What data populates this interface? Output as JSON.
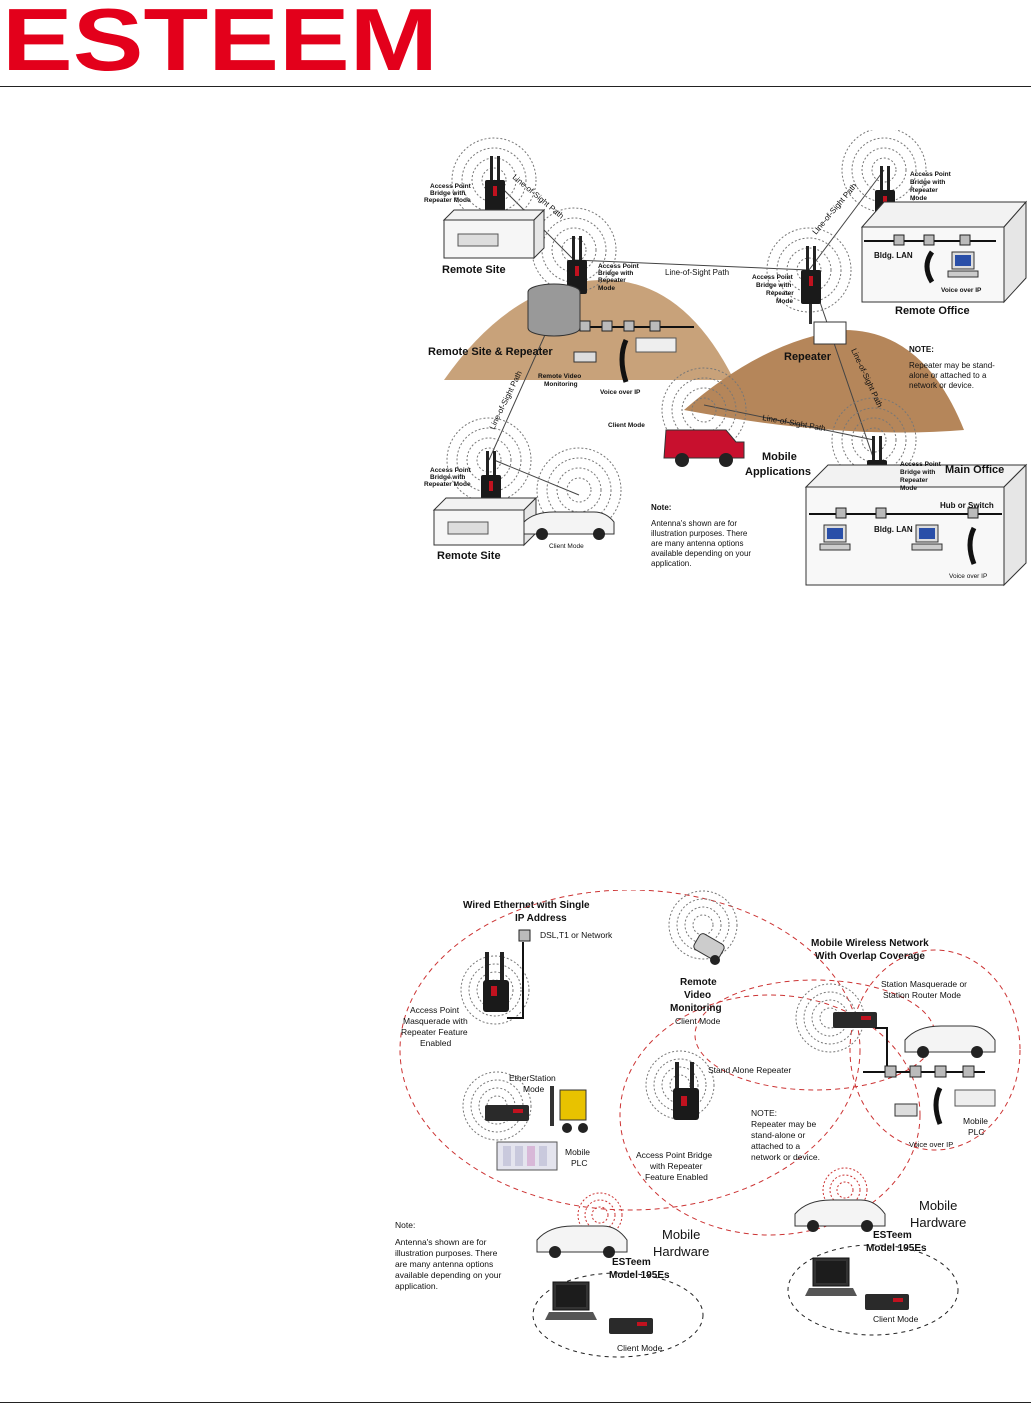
{
  "header": {
    "logo_text": "ESTEEM",
    "brand_color": "#e3001b"
  },
  "figure1": {
    "labels": {
      "ap_remote_top": [
        "Access Point",
        "Bridge with",
        "Repeater Mode"
      ],
      "remote_site_top": "Remote Site",
      "ap_repeater_site": [
        "Access Point",
        "Bridge with",
        "Repeater",
        "Mode"
      ],
      "los_top_left": "Line-of-Sight Path",
      "los_middle": "Line-of-Sight Path",
      "ap_middle_repeater": [
        "Access Point",
        "Bridge with",
        "Repeater",
        "Mode"
      ],
      "los_top_right": "Line-of-Sight Path",
      "ap_remote_office": [
        "Access Point",
        "Bridge with",
        "Repeater",
        "Mode"
      ],
      "bldg_lan_top": "Bldg. LAN",
      "voip_office": "Voice over IP",
      "remote_office": "Remote Office",
      "remote_site_repeater": "Remote Site & Repeater",
      "remote_video": [
        "Remote Video",
        "Monitoring"
      ],
      "voip_repeater": "Voice over IP",
      "repeater": "Repeater",
      "note_title": "NOTE:",
      "note_body": [
        "Repeater may be stand-",
        "alone or attached to a",
        "network or device."
      ],
      "los_right": "Line-of-Sight Path",
      "los_left_lower": "Line-of-Sight Path",
      "client_mode_truck": "Client Mode",
      "los_lower": "Line-of-Sight Path",
      "mobile_apps": [
        "Mobile",
        "Applications"
      ],
      "ap_remote_bottom": [
        "Access Point",
        "Bridge with",
        "Repeater Mode"
      ],
      "ap_main": [
        "Access Point",
        "Bridge with",
        "Repeater",
        "Mode"
      ],
      "main_office": "Main Office",
      "hub_switch": "Hub or Switch",
      "bldg_lan_main": "Bldg. LAN",
      "remote_site_bottom": "Remote Site",
      "client_mode_car": "Client Mode",
      "antenna_note_title": "Note:",
      "antenna_note_body": [
        "Antenna's shown are for",
        "illustration purposes.  There",
        "are many antenna options",
        "available depending on your",
        "application."
      ],
      "voip_main": "Voice over IP"
    }
  },
  "figure2": {
    "labels": {
      "wired_title": [
        "Wired Ethernet with Single",
        "IP Address"
      ],
      "dsl": "DSL,T1 or Network",
      "remote_video": [
        "Remote",
        "Video",
        "Monitoring"
      ],
      "client_mode_video": "Client Mode",
      "mobile_wireless": [
        "Mobile Wireless Network",
        "With Overlap Coverage"
      ],
      "ap_masquerade": [
        "Access Point",
        "Masquerade with",
        "Repeater Feature",
        "Enabled"
      ],
      "station_masq": [
        "Station Masquerade or",
        "Station Router Mode"
      ],
      "etherstation": [
        "EtherStation",
        "Mode"
      ],
      "standalone": "Stand Alone Repeater",
      "mobile_plc_left": [
        "Mobile",
        "PLC"
      ],
      "note_title": "NOTE:",
      "note_body": [
        "Repeater may be",
        "stand-alone or",
        "attached to a",
        "network or device."
      ],
      "voip": "Voice over IP",
      "mobile_plc_right": [
        "Mobile",
        "PLC"
      ],
      "ap_bridge": [
        "Access Point Bridge",
        "with Repeater",
        "Feature Enabled"
      ],
      "mobile_hw_right": [
        "Mobile",
        "Hardware"
      ],
      "antenna_note_title": "Note:",
      "antenna_note_body": [
        "Antenna's shown are for",
        "illustration purposes.  There",
        "are many antenna options",
        "available depending on your",
        "application."
      ],
      "mobile_hw_left": [
        "Mobile",
        "Hardware"
      ],
      "esteem_right": [
        "ESTeem",
        "Model 195Es"
      ],
      "client_mode_right": "Client Mode",
      "esteem_left": [
        "ESTeem",
        "Model 195Es"
      ],
      "client_mode_left": "Client Mode"
    }
  }
}
